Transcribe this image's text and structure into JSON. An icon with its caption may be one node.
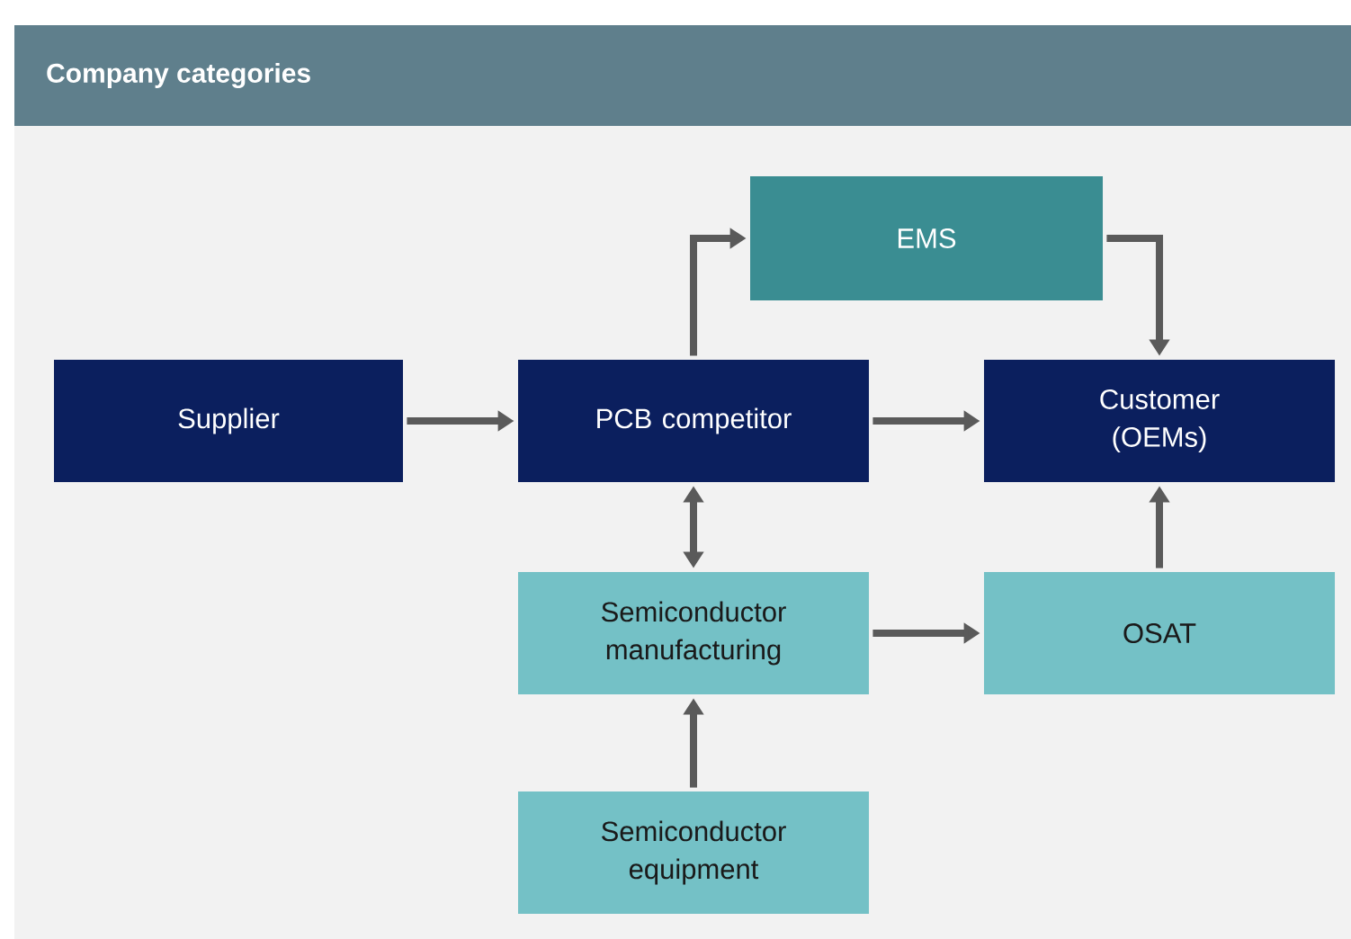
{
  "diagram": {
    "title": "Company categories",
    "nodes": [
      {
        "text": [
          "Supplier"
        ]
      },
      {
        "text": [
          "PCB competitor"
        ]
      },
      {
        "text": [
          "EMS"
        ]
      },
      {
        "text": [
          "Customer (OEMs)"
        ]
      },
      {
        "text": [
          "Semiconductor manufacturing"
        ]
      },
      {
        "text": [
          "OSAT"
        ]
      },
      {
        "text": [
          "Semiconductor equipment"
        ]
      }
    ],
    "edges": [
      {
        "from": 0,
        "to": 1,
        "arrow": "to"
      },
      {
        "from": 1,
        "to": 2,
        "arrow": "to"
      },
      {
        "from": 2,
        "to": 3,
        "arrow": "to"
      },
      {
        "from": 1,
        "to": 3,
        "arrow": "to"
      },
      {
        "from": 1,
        "to": 4,
        "arrow": "both"
      },
      {
        "from": 4,
        "to": 5,
        "arrow": "to"
      },
      {
        "from": 5,
        "to": 3,
        "arrow": "to"
      },
      {
        "from": 6,
        "to": 4,
        "arrow": "to"
      }
    ]
  }
}
